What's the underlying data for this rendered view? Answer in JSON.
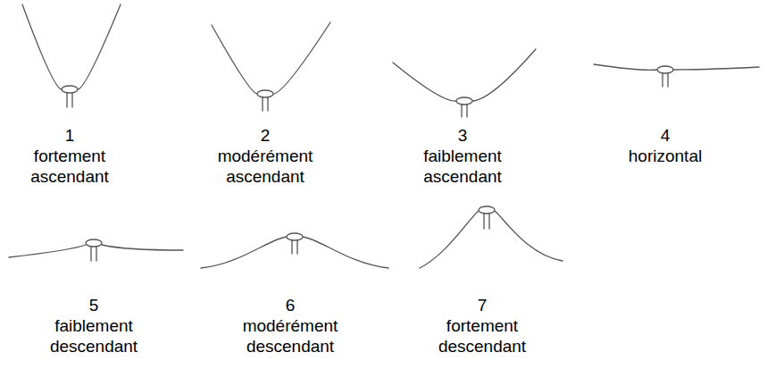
{
  "diagram": {
    "labels": [
      "1",
      "fortement ascendant",
      "2",
      "modérément ascendant",
      "3",
      "faiblement ascendant",
      "4",
      "horizontal",
      "5",
      "faiblement descendant",
      "6",
      "modérément descendant",
      "7",
      "fortement descendant"
    ]
  }
}
